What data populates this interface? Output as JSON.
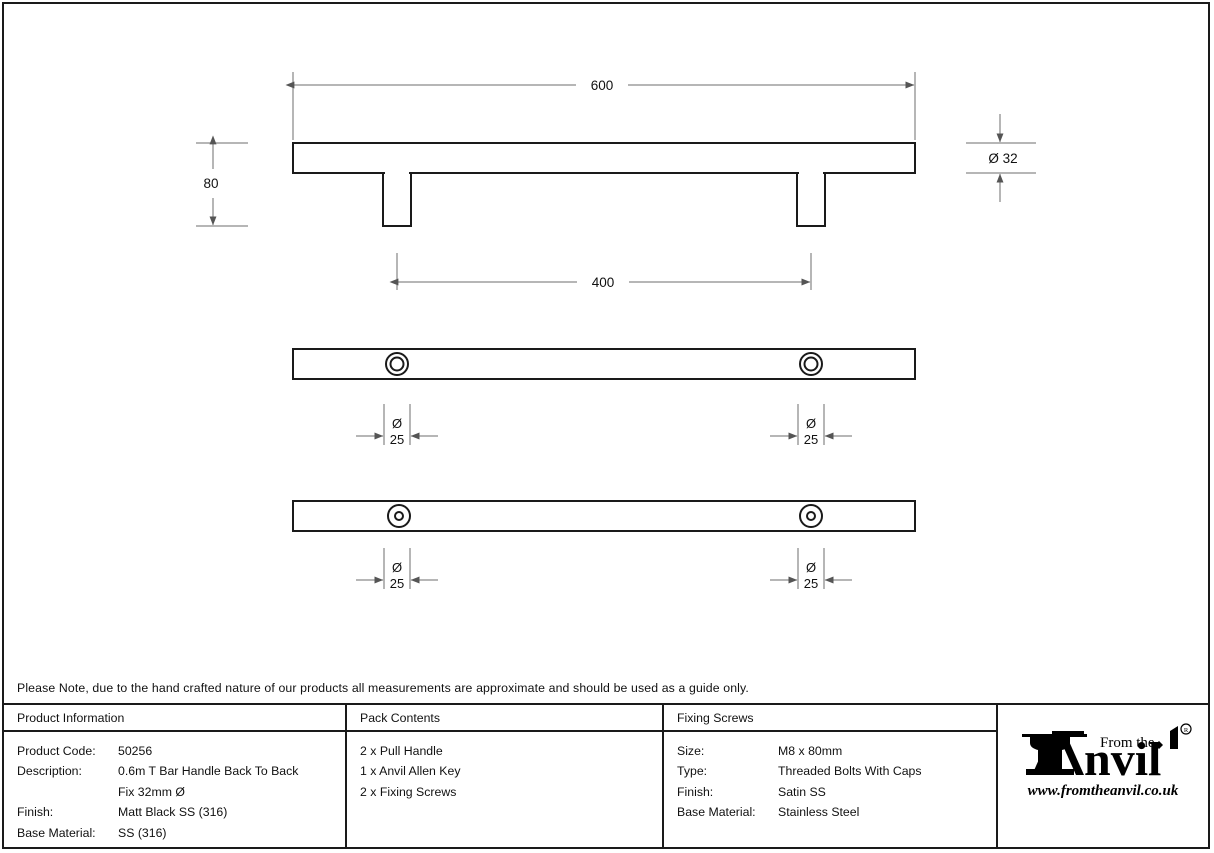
{
  "drawing": {
    "title": "0.6m T Bar Handle Back To Back technical drawing",
    "dimensions": {
      "overall_length": "600",
      "centre_to_centre": "400",
      "projection": "80",
      "bar_diameter": "Ø 32",
      "rose_diameter_label": "Ø",
      "rose_diameter_value": "25"
    }
  },
  "note": {
    "text": "Please Note, due to the hand crafted nature of our products all measurements are approximate and should be used as a guide only."
  },
  "table": {
    "product_information": {
      "header": "Product Information",
      "rows": [
        {
          "key": "Product Code:",
          "value": "50256"
        },
        {
          "key": "Description:",
          "value": "0.6m T Bar Handle Back To Back",
          "value_cont": "Fix 32mm Ø"
        },
        {
          "key": "Finish:",
          "value": "Matt Black SS (316)"
        },
        {
          "key": "Base Material:",
          "value": "SS (316)"
        }
      ]
    },
    "pack_contents": {
      "header": "Pack Contents",
      "items": [
        "2 x Pull Handle",
        "1 x Anvil Allen Key",
        "2 x Fixing Screws"
      ]
    },
    "fixing_screws": {
      "header": "Fixing Screws",
      "rows": [
        {
          "key": "Size:",
          "value": "M8 x 80mm"
        },
        {
          "key": "Type:",
          "value": "Threaded Bolts With Caps"
        },
        {
          "key": "Finish:",
          "value": "Satin SS"
        },
        {
          "key": "Base Material:",
          "value": "Stainless Steel"
        }
      ]
    }
  },
  "logo": {
    "top_text": "From the",
    "word": "Anvil",
    "registered": "®",
    "url": "www.fromtheanvil.co.uk"
  },
  "colors": {
    "line": "#1a1a1a",
    "dimension_line": "#6e6e6e",
    "text": "#111111",
    "background": "#ffffff"
  }
}
